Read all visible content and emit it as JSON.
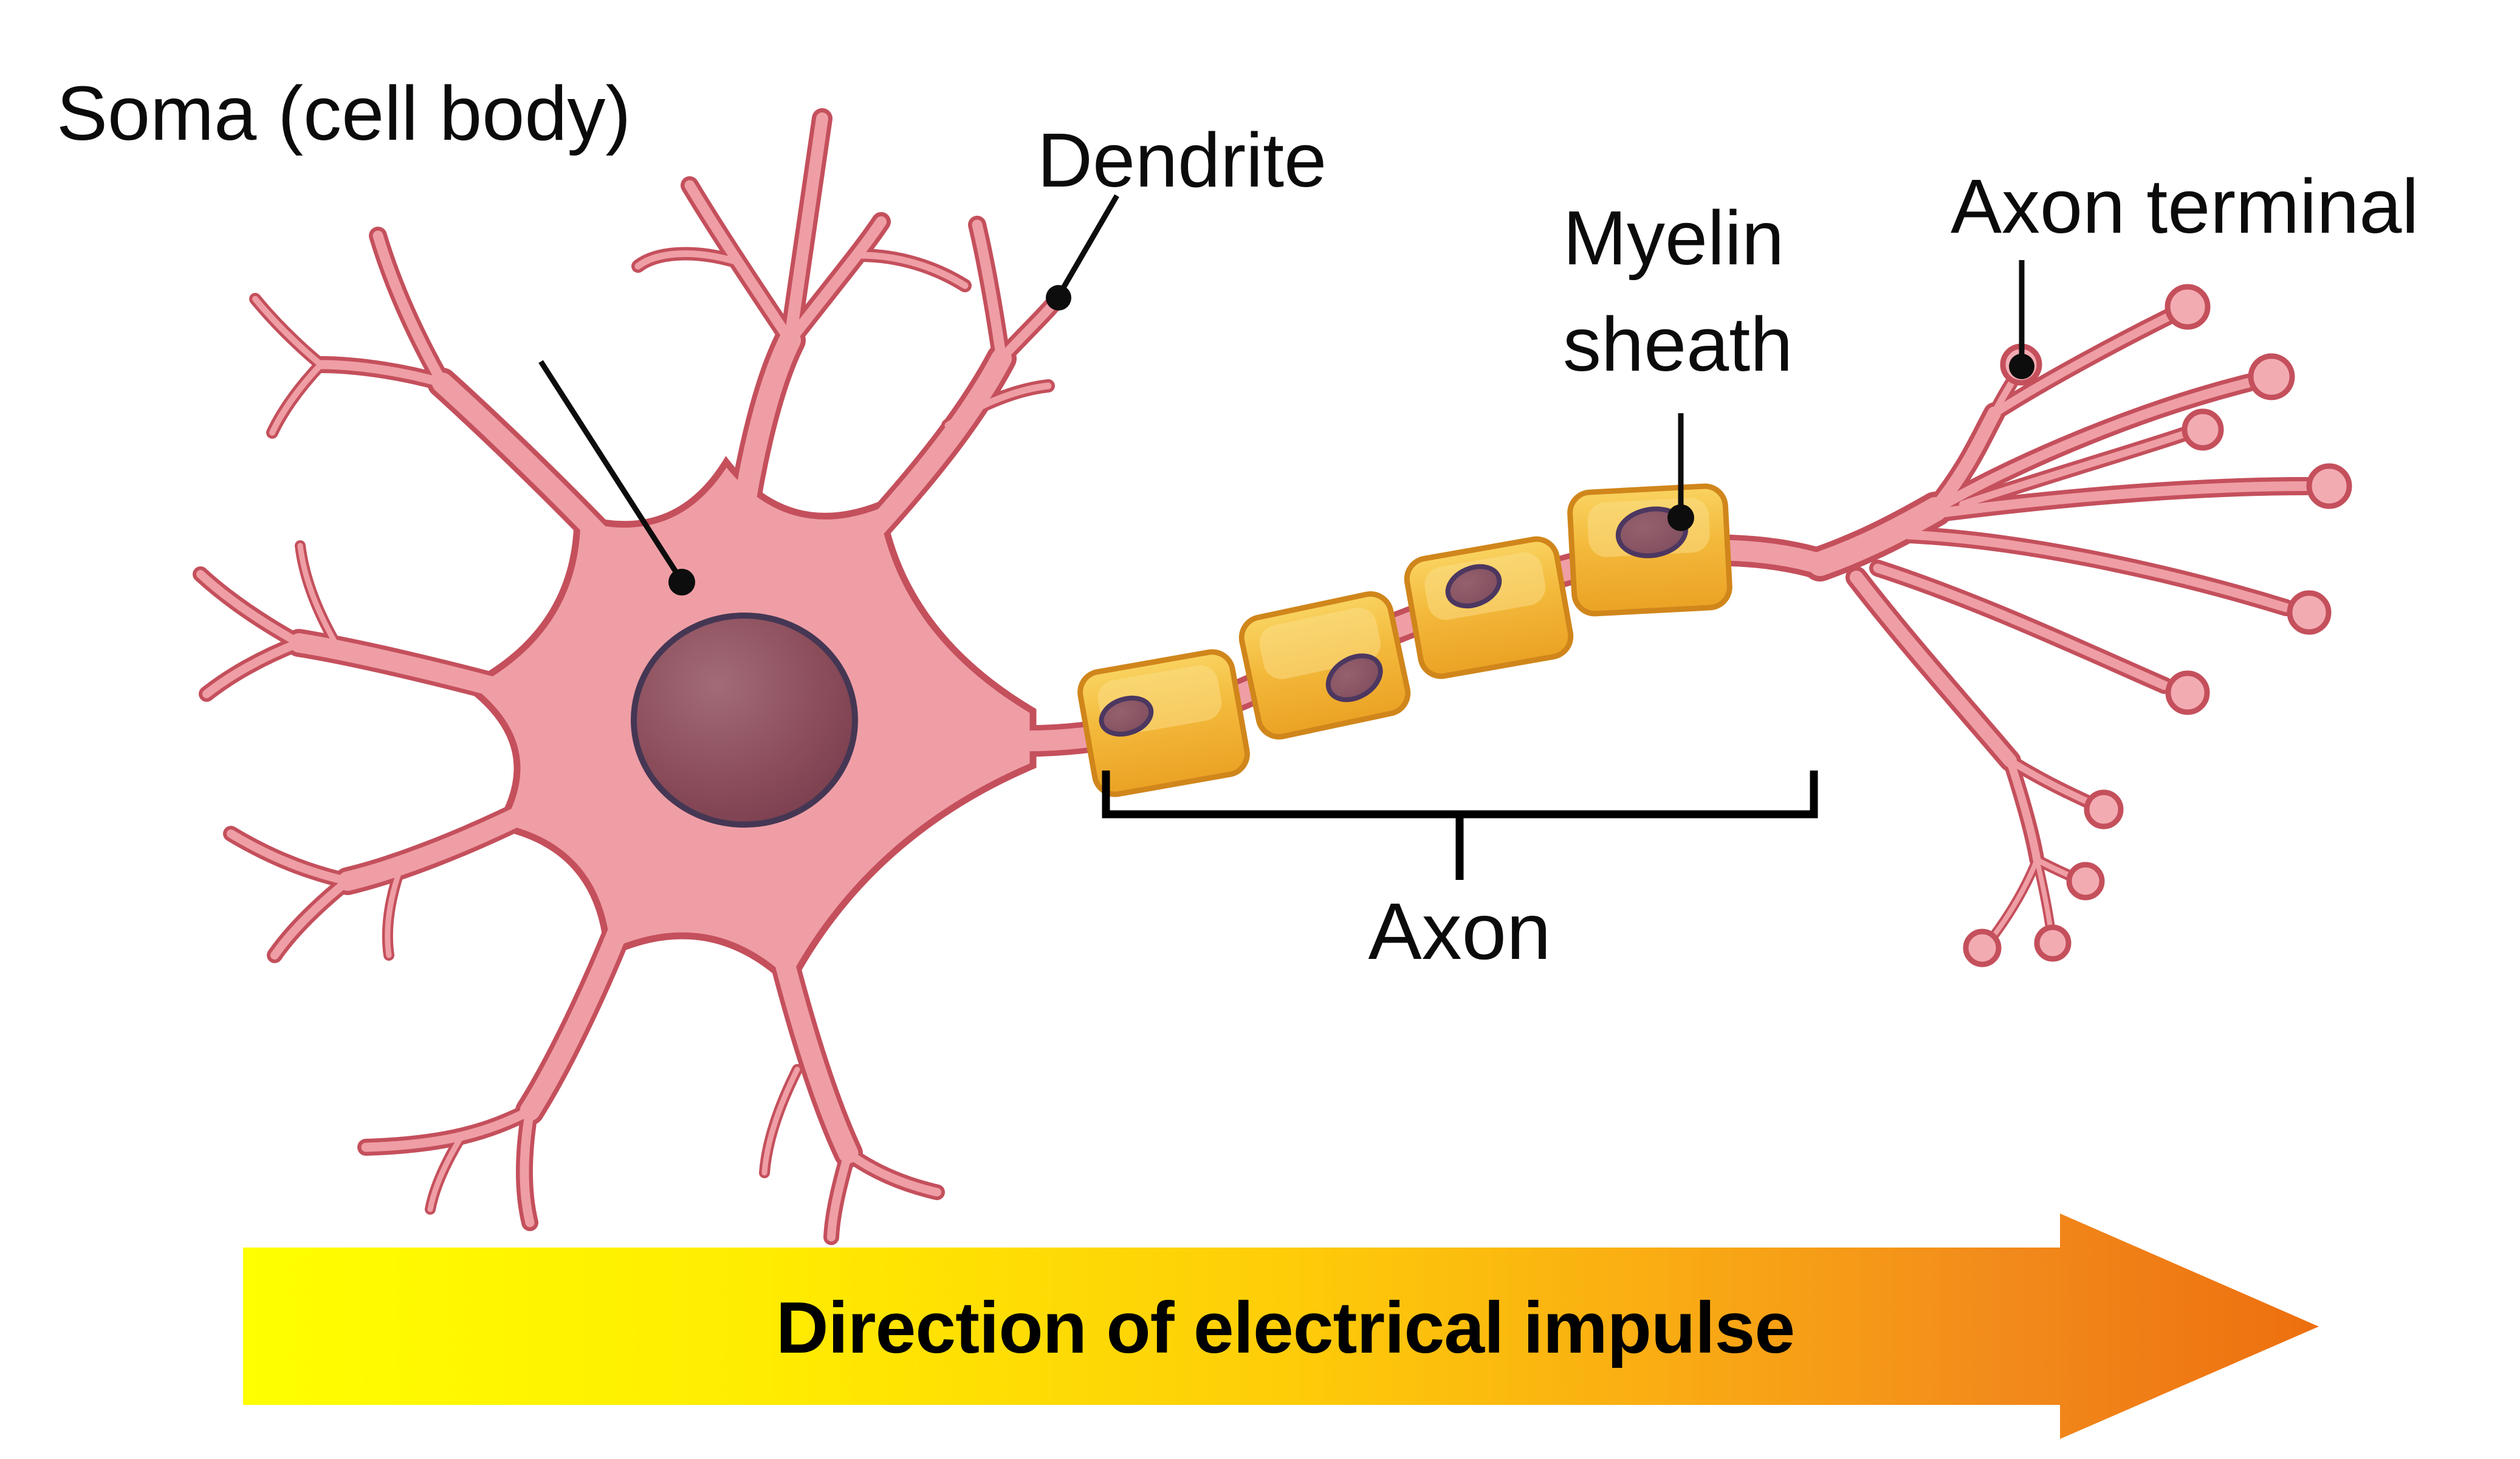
{
  "labels": {
    "soma": "Soma (cell body)",
    "dendrite": "Dendrite",
    "myelin_line1": "Myelin",
    "myelin_line2": "sheath",
    "axon_terminal": "Axon terminal",
    "axon": "Axon",
    "direction": "Direction of electrical impulse"
  },
  "colors": {
    "neuron_fill": "#EF9EA5",
    "neuron_outline": "#C4505C",
    "nucleus_fill": "#7E4150",
    "nucleus_outline": "#453754",
    "myelin_fill": "#F3B93B",
    "myelin_outline": "#D0861B",
    "myelin_nucleus": "#8A5263",
    "arrow_gradient_start": "#FFFF00",
    "arrow_gradient_end": "#ED6F0F",
    "label_text": "#000000",
    "background": "#FFFFFF"
  }
}
